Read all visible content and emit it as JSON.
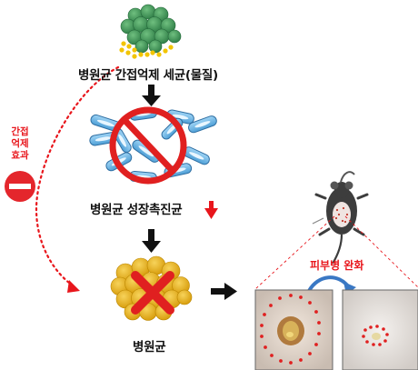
{
  "labels": {
    "antagonist": "병원균 간접억제 세균(물질)",
    "growth_promoter": "병원균 성장촉진균",
    "pathogen": "병원균",
    "indirect_inhibition": [
      "간접",
      "억제",
      "효과"
    ],
    "symptom_relief": "피부병 완화"
  },
  "colors": {
    "antagonist_green": "#2e7d46",
    "spore_yellow": "#f2c400",
    "bacteria_blue": "#6fb8e6",
    "prohibition_red": "#e02020",
    "pathogen_gold": "#e3ad14",
    "inhibit_text_red": "#e8161c",
    "arrow_black": "#111111"
  },
  "icons": [
    "antagonist-cluster-icon",
    "down-arrow-icon",
    "prohibition-icon",
    "red-down-arrow-icon",
    "minus-icon",
    "red-x-icon",
    "right-arrow-icon",
    "mouse-icon",
    "curved-arrow-icon"
  ]
}
